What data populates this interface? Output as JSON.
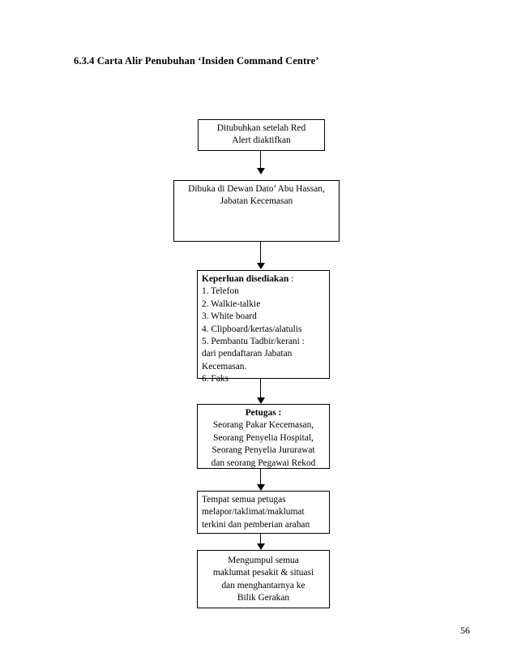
{
  "document": {
    "title": "6.3.4 Carta Alir Penubuhan ‘Insiden Command Centre’",
    "page_number": "56",
    "background_color": "#ffffff",
    "text_color": "#000000",
    "border_color": "#000000"
  },
  "flowchart": {
    "nodes": [
      {
        "id": "node-1",
        "name": "node-ditubuhkan-red-alert",
        "align": "center",
        "lines": [
          {
            "text": "Ditubuhkan setelah Red",
            "bold": false
          },
          {
            "text": "Alert diaktifkan",
            "bold": false
          }
        ]
      },
      {
        "id": "node-2",
        "name": "node-dibuka-dewan-dato-abu-hassan",
        "align": "center",
        "lines": [
          {
            "text": "Dibuka di Dewan Dato’ Abu Hassan,",
            "bold": false
          },
          {
            "text": "Jabatan Kecemasan",
            "bold": false
          }
        ]
      },
      {
        "id": "node-3",
        "name": "node-keperluan-disediakan",
        "align": "left",
        "lines": [
          {
            "text": "Keperluan disediakan :",
            "bold": true,
            "bold_part": "Keperluan disediakan",
            "plain_part": " :"
          },
          {
            "text": "1. Telefon",
            "bold": false
          },
          {
            "text": "2. Walkie-talkie",
            "bold": false
          },
          {
            "text": "3. White board",
            "bold": false
          },
          {
            "text": "4. Clipboard/kertas/alatulis",
            "bold": false
          },
          {
            "text": "5. Pembantu Tadbir/kerani :",
            "bold": false
          },
          {
            "text": "dari pendaftaran Jabatan",
            "bold": false
          },
          {
            "text": "Kecemasan.",
            "bold": false
          },
          {
            "text": "6. Faks",
            "bold": false
          }
        ]
      },
      {
        "id": "node-4",
        "name": "node-petugas",
        "align": "center",
        "lines": [
          {
            "text": "Petugas :",
            "bold": true
          },
          {
            "text": "Seorang Pakar Kecemasan,",
            "bold": false
          },
          {
            "text": "Seorang Penyelia Hospital,",
            "bold": false
          },
          {
            "text": "Seorang Penyelia Jururawat",
            "bold": false
          },
          {
            "text": "dan seorang Pegawai Rekod",
            "bold": false
          }
        ]
      },
      {
        "id": "node-5",
        "name": "node-tempat-melapor-taklimat",
        "align": "left",
        "lines": [
          {
            "text": "Tempat  semua petugas",
            "bold": false
          },
          {
            "text": "melapor/taklimat/maklumat",
            "bold": false
          },
          {
            "text": "terkini dan pemberian arahan",
            "bold": false
          }
        ]
      },
      {
        "id": "node-6",
        "name": "node-mengumpul-maklumat-bilik-gerakan",
        "align": "center",
        "lines": [
          {
            "text": "Mengumpul semua",
            "bold": false
          },
          {
            "text": "maklumat pesakit & situasi",
            "bold": false
          },
          {
            "text": "dan menghantarnya ke",
            "bold": false
          },
          {
            "text": "Bilik Gerakan",
            "bold": false
          }
        ]
      }
    ],
    "connectors": [
      {
        "name": "connector-1-to-2"
      },
      {
        "name": "connector-2-to-3"
      },
      {
        "name": "connector-3-to-4"
      },
      {
        "name": "connector-4-to-5"
      },
      {
        "name": "connector-5-to-6"
      }
    ]
  }
}
